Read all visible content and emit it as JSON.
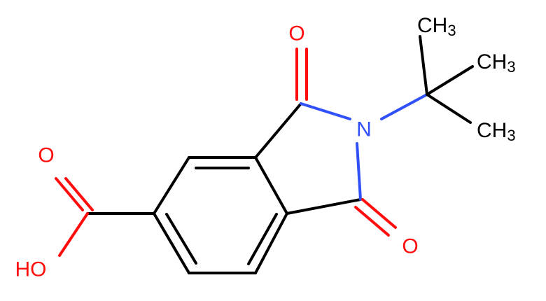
{
  "molecule": {
    "atom_labels": {
      "o_top": "O",
      "o_bottom": "O",
      "o_acid_double": "O",
      "o_acid_hydroxyl": "HO",
      "n_imide": "N",
      "methyl_1": "CH",
      "methyl_1_sub": "3",
      "methyl_2": "CH",
      "methyl_2_sub": "3",
      "methyl_3": "CH",
      "methyl_3_sub": "3"
    },
    "colors": {
      "carbon_bond": "#000000",
      "oxygen": "#ff0d0d",
      "nitrogen": "#3050f8"
    }
  }
}
